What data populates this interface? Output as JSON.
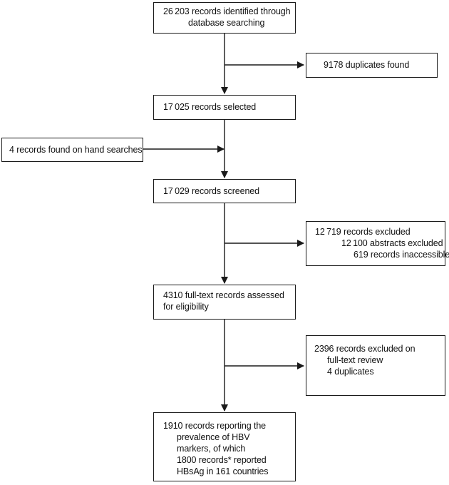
{
  "flow": {
    "identified": {
      "lines": [
        "26 203 records identified through",
        "database searching"
      ]
    },
    "duplicates": {
      "lines": [
        "9178 duplicates found"
      ]
    },
    "selected": {
      "lines": [
        "17 025 records selected"
      ]
    },
    "hand_search": {
      "lines": [
        "4 records found on hand searches"
      ]
    },
    "screened": {
      "lines": [
        "17 029 records screened"
      ]
    },
    "excluded_screening": {
      "lines": [
        "12 719 records excluded",
        "12 100 abstracts excluded",
        "619 records inaccessible"
      ]
    },
    "full_text": {
      "lines": [
        "4310 full-text records assessed",
        "for eligibility"
      ]
    },
    "excluded_fulltext": {
      "lines": [
        "2396 records excluded on",
        "full-text review",
        "4 duplicates"
      ]
    },
    "included": {
      "lines": [
        "1910 records reporting the",
        "prevalence of HBV",
        "markers, of which",
        "1800 records* reported",
        "HBsAg in 161 countries"
      ]
    }
  }
}
